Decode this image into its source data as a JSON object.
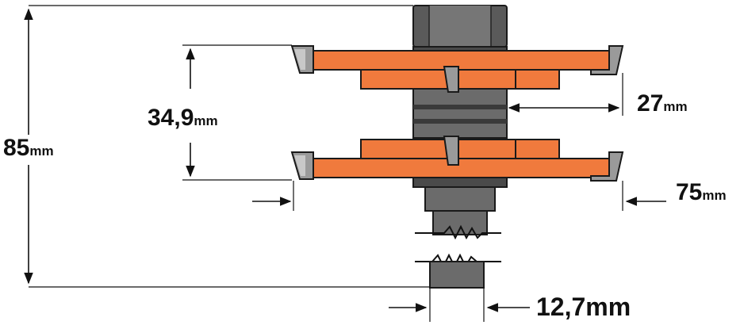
{
  "dimensions": {
    "overall_height": {
      "value": "85",
      "unit": "mm"
    },
    "cutter_spacing": {
      "value": "34,9",
      "unit": "mm"
    },
    "cutting_depth": {
      "value": "27",
      "unit": "mm"
    },
    "cutter_diameter": {
      "value": "75",
      "unit": "mm"
    },
    "shank_diameter": {
      "value": "12,7",
      "unit": "mm"
    }
  },
  "colors": {
    "blade": "#f07a3d",
    "blade_dark": "#d9622a",
    "tip": "#9a9a9a",
    "tip_light": "#c8c8c8",
    "steel": "#6b6b6b",
    "steel_dark": "#3f3f3f",
    "ink": "#111111"
  }
}
